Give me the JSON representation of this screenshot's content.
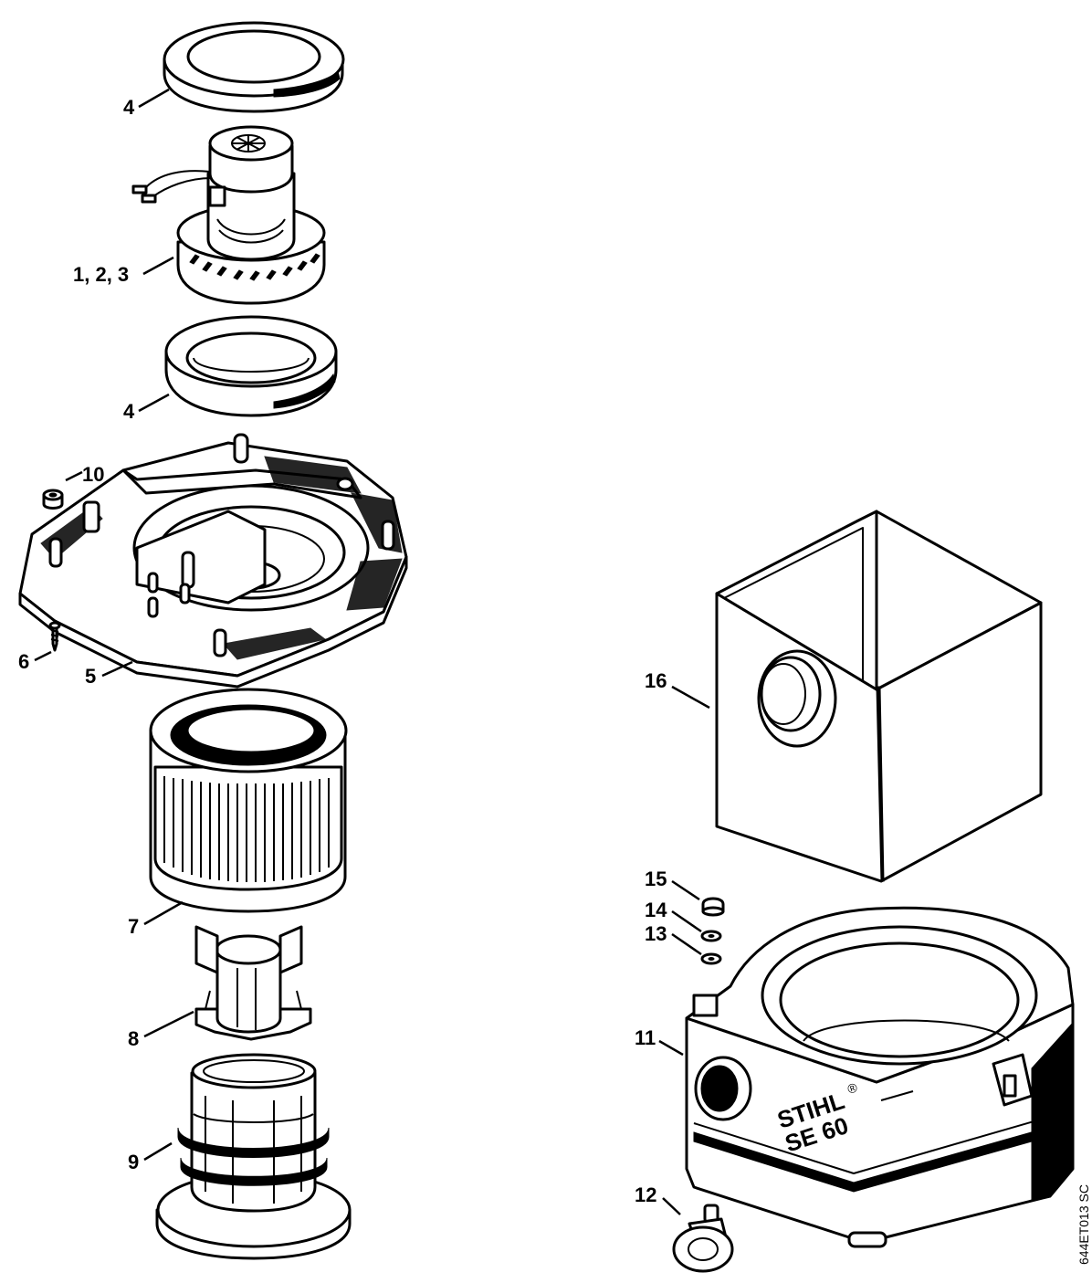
{
  "diagram": {
    "callouts": [
      {
        "id": "label-4-top",
        "text": "4"
      },
      {
        "id": "label-1-2-3",
        "text": "1, 2, 3"
      },
      {
        "id": "label-4-bottom",
        "text": "4"
      },
      {
        "id": "label-10",
        "text": "10"
      },
      {
        "id": "label-6",
        "text": "6"
      },
      {
        "id": "label-5",
        "text": "5"
      },
      {
        "id": "label-7",
        "text": "7"
      },
      {
        "id": "label-8",
        "text": "8"
      },
      {
        "id": "label-9",
        "text": "9"
      },
      {
        "id": "label-16",
        "text": "16"
      },
      {
        "id": "label-15",
        "text": "15"
      },
      {
        "id": "label-14",
        "text": "14"
      },
      {
        "id": "label-13",
        "text": "13"
      },
      {
        "id": "label-11",
        "text": "11"
      },
      {
        "id": "label-12",
        "text": "12"
      }
    ],
    "brand_line1": "STIHL",
    "brand_mark": "®",
    "brand_line2": "SE 60",
    "reference_code": "644ET013 SC"
  }
}
